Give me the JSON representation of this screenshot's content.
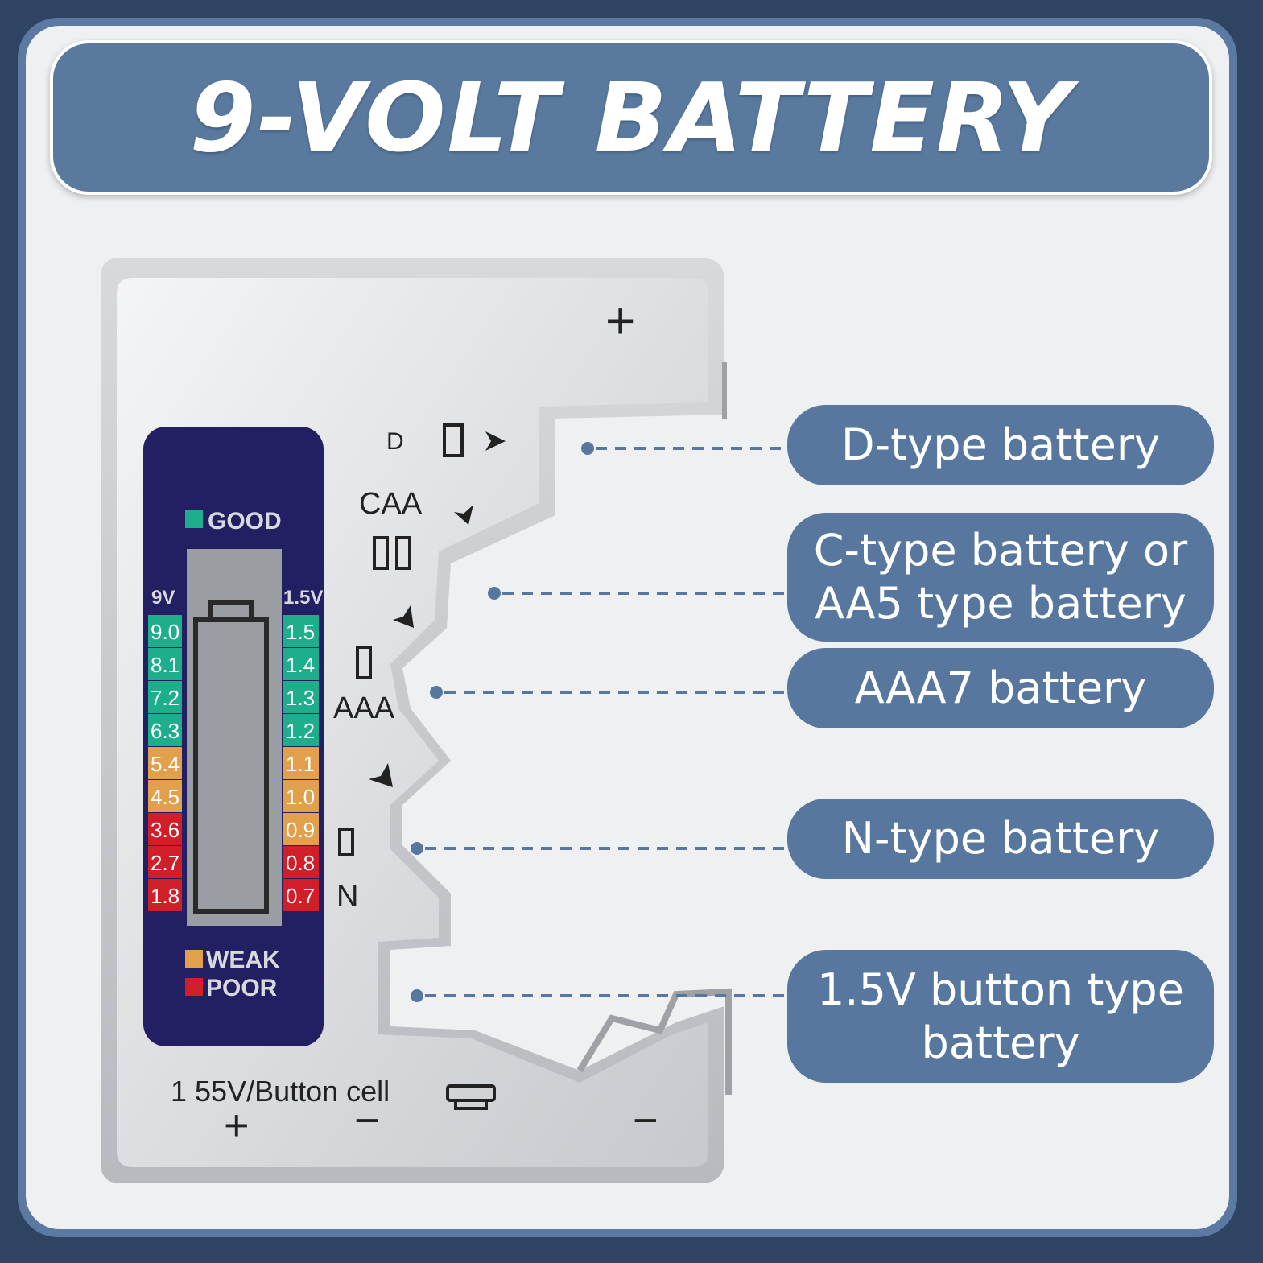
{
  "banner": {
    "title": "9-VOLT BATTERY"
  },
  "tester": {
    "lcd": {
      "good_label": "GOOD",
      "weak_label": "WEAK",
      "poor_label": "POOR",
      "left_header": "9V",
      "right_header": "1.5V",
      "left_scale": [
        "9.0",
        "8.1",
        "7.2",
        "6.3",
        "5.4",
        "4.5",
        "3.6",
        "2.7",
        "1.8"
      ],
      "right_scale": [
        "1.5",
        "1.4",
        "1.3",
        "1.2",
        "1.1",
        "1.0",
        "0.9",
        "0.8",
        "0.7"
      ]
    },
    "slot_labels": {
      "d": "D",
      "caa": "CAA",
      "aaa": "AAA",
      "n": "N"
    },
    "plus_top": "+",
    "button_cell_label": "1 55V/Button cell",
    "bottom_plus": "+",
    "bottom_minus_left": "−",
    "bottom_minus_right": "−"
  },
  "callouts": {
    "d_type": "D-type battery",
    "c_type_line1": "C-type battery or",
    "c_type_line2": "AA5 type battery",
    "aaa7": "AAA7 battery",
    "n_type": "N-type battery",
    "button_line1": "1.5V button type",
    "button_line2": "battery"
  },
  "colors": {
    "frame": "#5c7aa1",
    "pill": "#57779f",
    "good": "#1fae8c",
    "weak": "#e3a04c",
    "poor": "#d11f2a",
    "lcd_bg": "#231f63"
  }
}
